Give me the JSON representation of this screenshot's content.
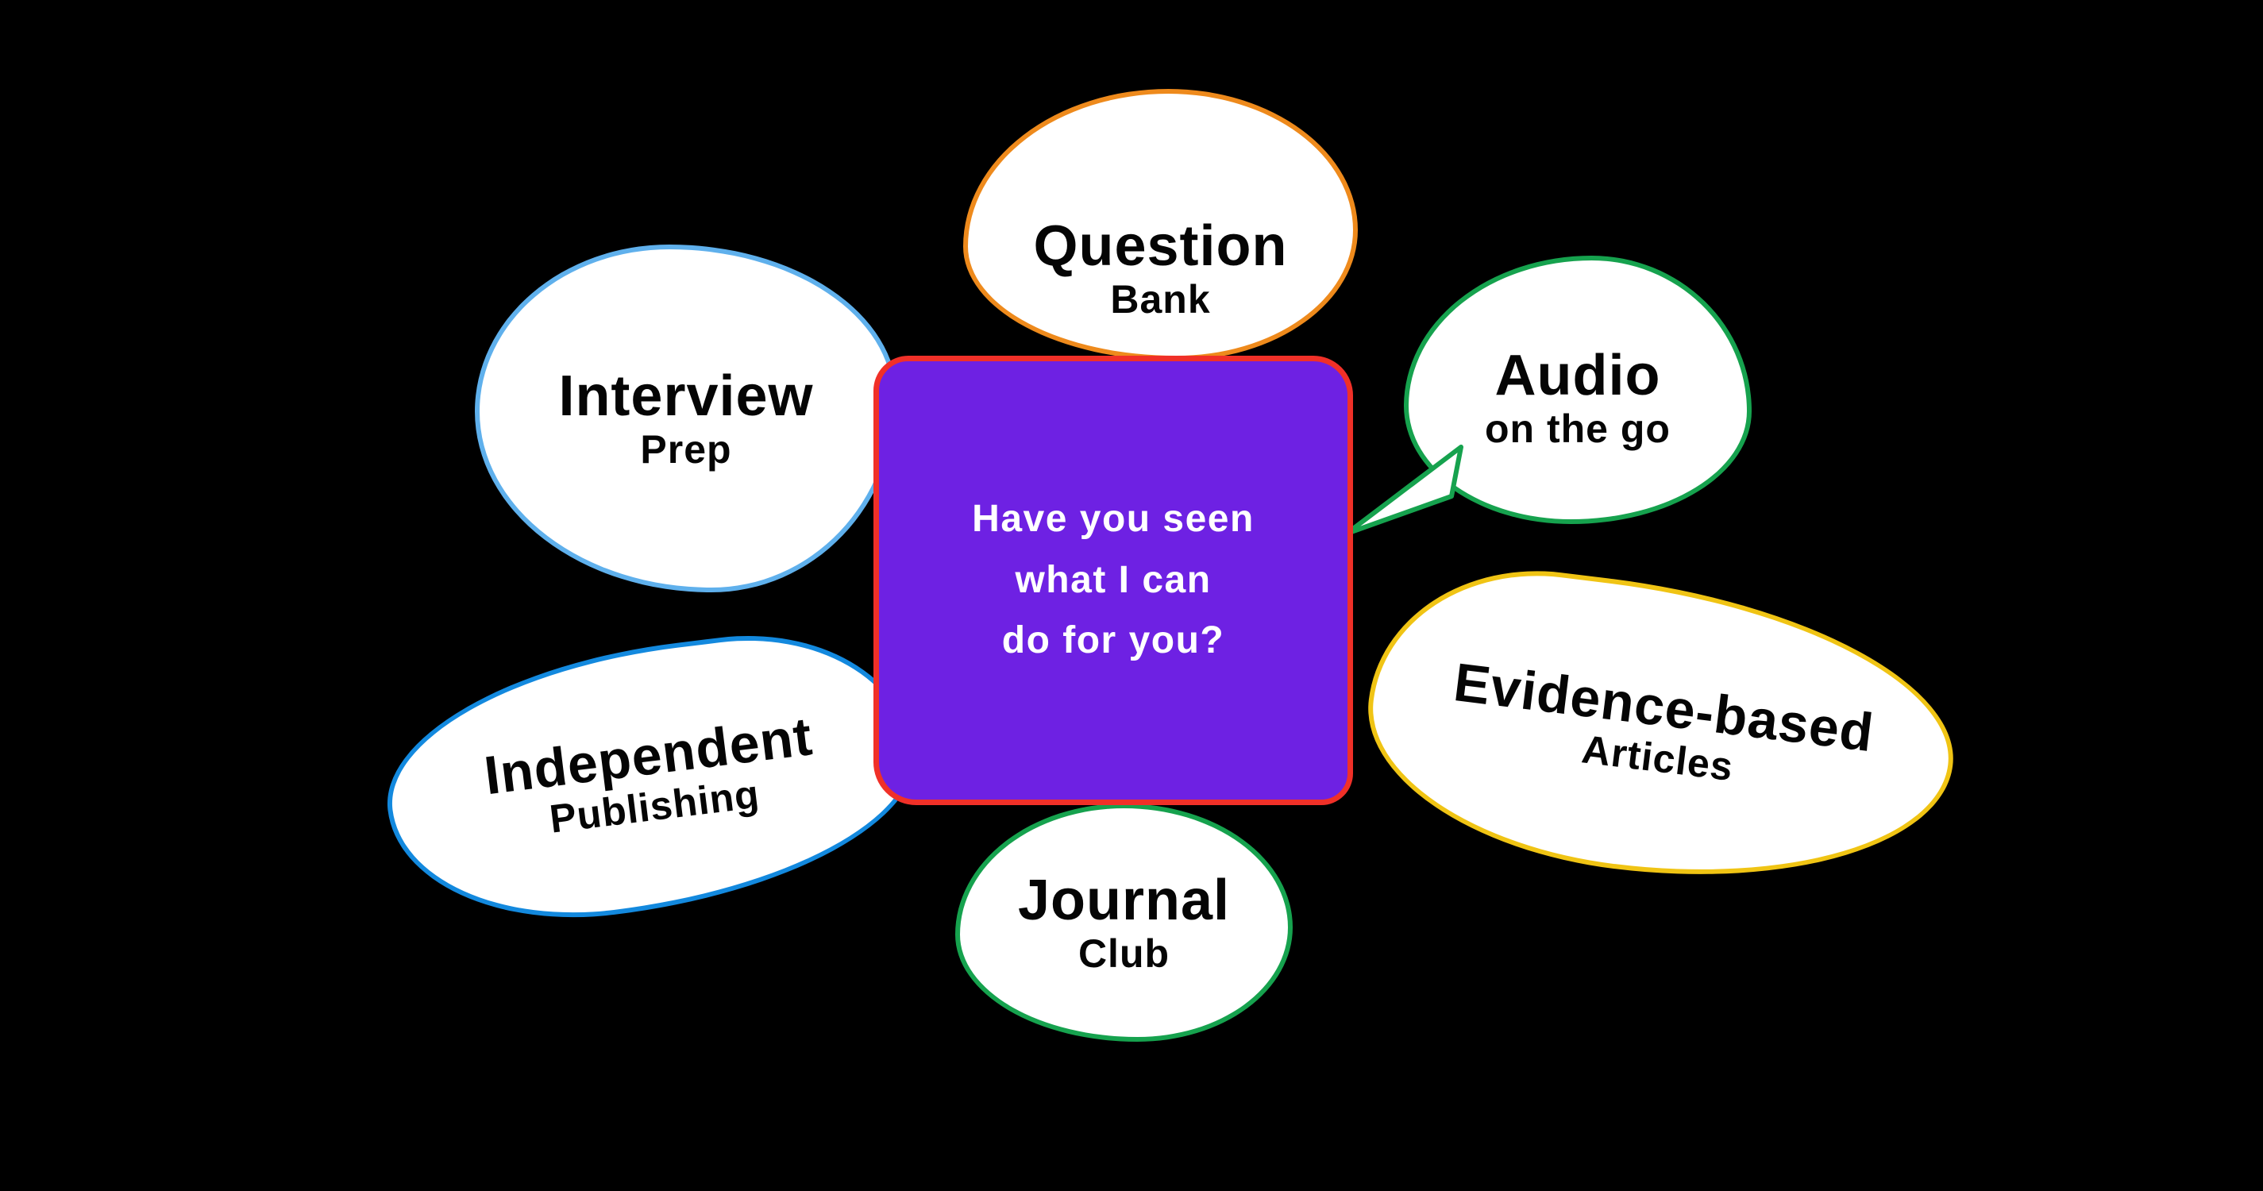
{
  "background": "#000000",
  "center": {
    "lines": [
      "Have you seen",
      "what I can",
      "do for you?"
    ],
    "fill_color": "#6E21E3",
    "border_color": "#F03028",
    "text_color": "#FFFFFF"
  },
  "bubbles": [
    {
      "title": "Question",
      "subtitle": "Bank",
      "border_color": "#EE8A1C"
    },
    {
      "title": "Audio",
      "subtitle": "on the go",
      "border_color": "#16A24E"
    },
    {
      "title": "Evidence-based",
      "subtitle": "Articles",
      "border_color": "#F0C414"
    },
    {
      "title": "Journal",
      "subtitle": "Club",
      "border_color": "#16A24E"
    },
    {
      "title": "Independent",
      "subtitle": "Publishing",
      "border_color": "#1389DE"
    },
    {
      "title": "Interview",
      "subtitle": "Prep",
      "border_color": "#5FB0EC"
    }
  ]
}
